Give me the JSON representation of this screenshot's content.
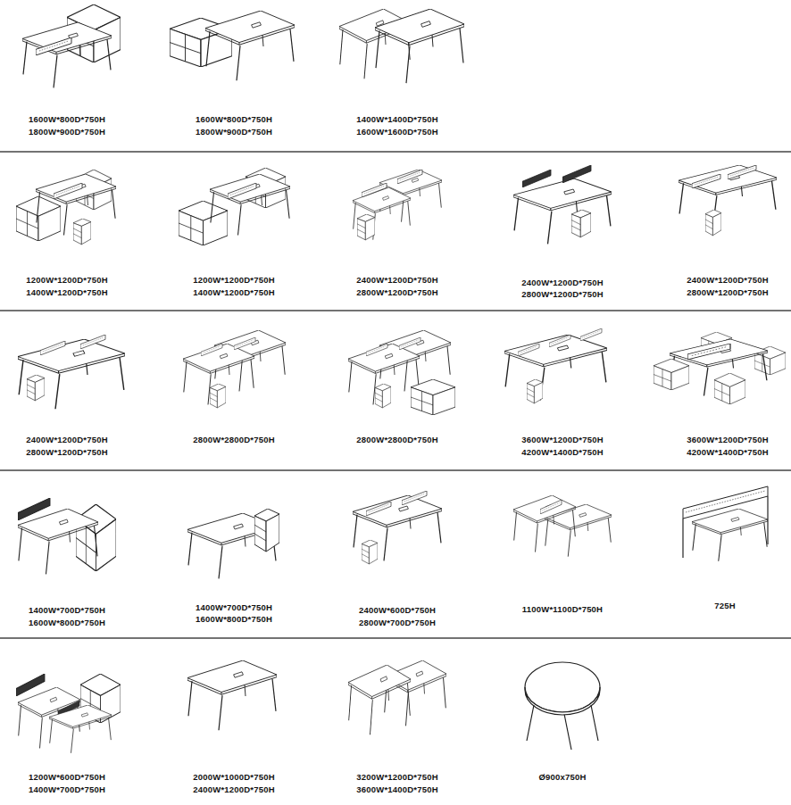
{
  "diagram": {
    "labels": [
      "1600W*800D*750H",
      "1800W*900D*750H",
      "1600W*800D*750H",
      "1800W*900D*750H",
      "1400W*1400D*750H",
      "1600W*1600D*750H",
      "1200W*1200D*750H",
      "1400W*1200D*750H",
      "1200W*1200D*750H",
      "1400W*1200D*750H",
      "2400W*1200D*750H",
      "2800W*1200D*750H",
      "2400W*1200D*750H",
      "2800W*1200D*750H",
      "2400W*1200D*750H",
      "2800W*1200D*750H",
      "2400W*1200D*750H",
      "2800W*1200D*750H",
      "2800W*2800D*750H",
      "2800W*2800D*750H",
      "3600W*1200D*750H",
      "4200W*1400D*750H",
      "3600W*1200D*750H",
      "4200W*1400D*750H",
      "1400W*700D*750H",
      "1600W*800D*750H",
      "1400W*700D*750H",
      "1600W*800D*750H",
      "2400W*600D*750H",
      "2800W*700D*750H",
      "1100W*1100D*750H",
      "725H",
      "1200W*600D*750H",
      "1400W*700D*750H",
      "2000W*1000D*750H",
      "2400W*1200D*750H",
      "3200W*1200D*750H",
      "3600W*1400D*750H",
      "Ø900x750H"
    ]
  }
}
